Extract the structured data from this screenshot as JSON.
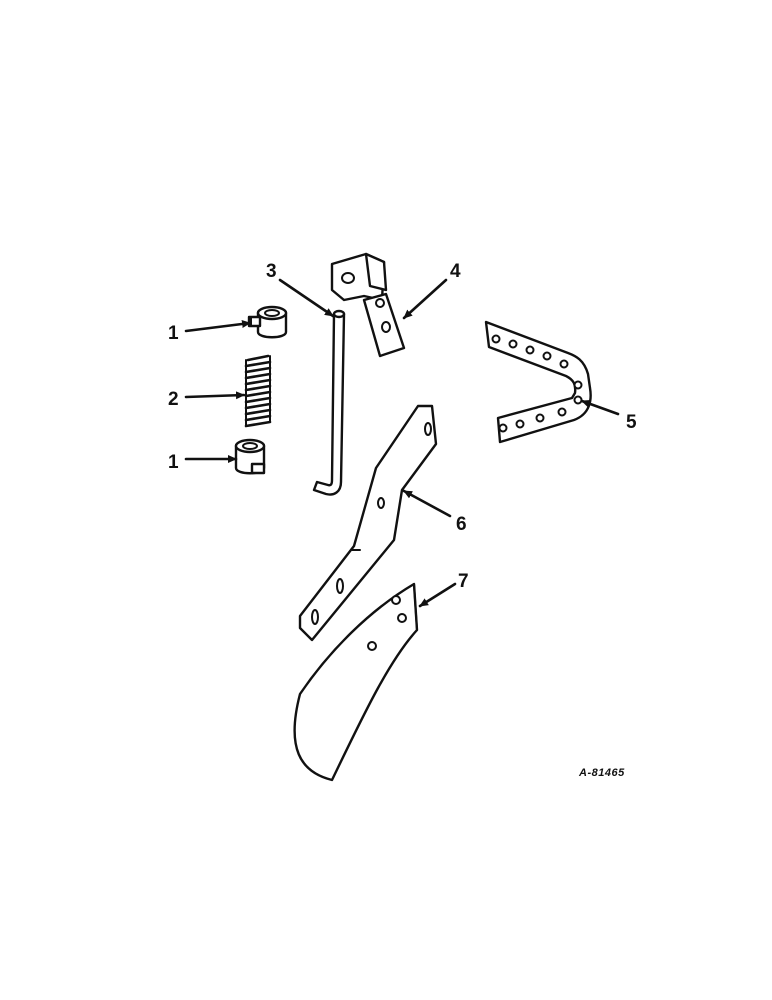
{
  "callouts": {
    "one_a": "1",
    "two": "2",
    "one_b": "1",
    "three": "3",
    "four": "4",
    "five": "5",
    "six": "6",
    "seven": "7"
  },
  "drawing_code": "A-81465"
}
